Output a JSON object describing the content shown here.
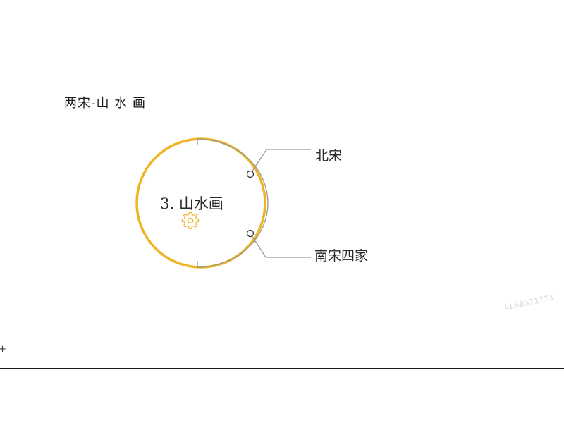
{
  "slide": {
    "title": "两宋-山 水 画",
    "watermark": "id:68571773",
    "corner_mark": "+"
  },
  "diagram": {
    "center_label": "3. 山水画",
    "center_icon": "gear-icon",
    "branches": [
      {
        "label": "北宋"
      },
      {
        "label": "南宋四家"
      }
    ],
    "colors": {
      "accent": "#f0b323",
      "line": "#9a9a8a",
      "text": "#2a2a2a"
    }
  }
}
